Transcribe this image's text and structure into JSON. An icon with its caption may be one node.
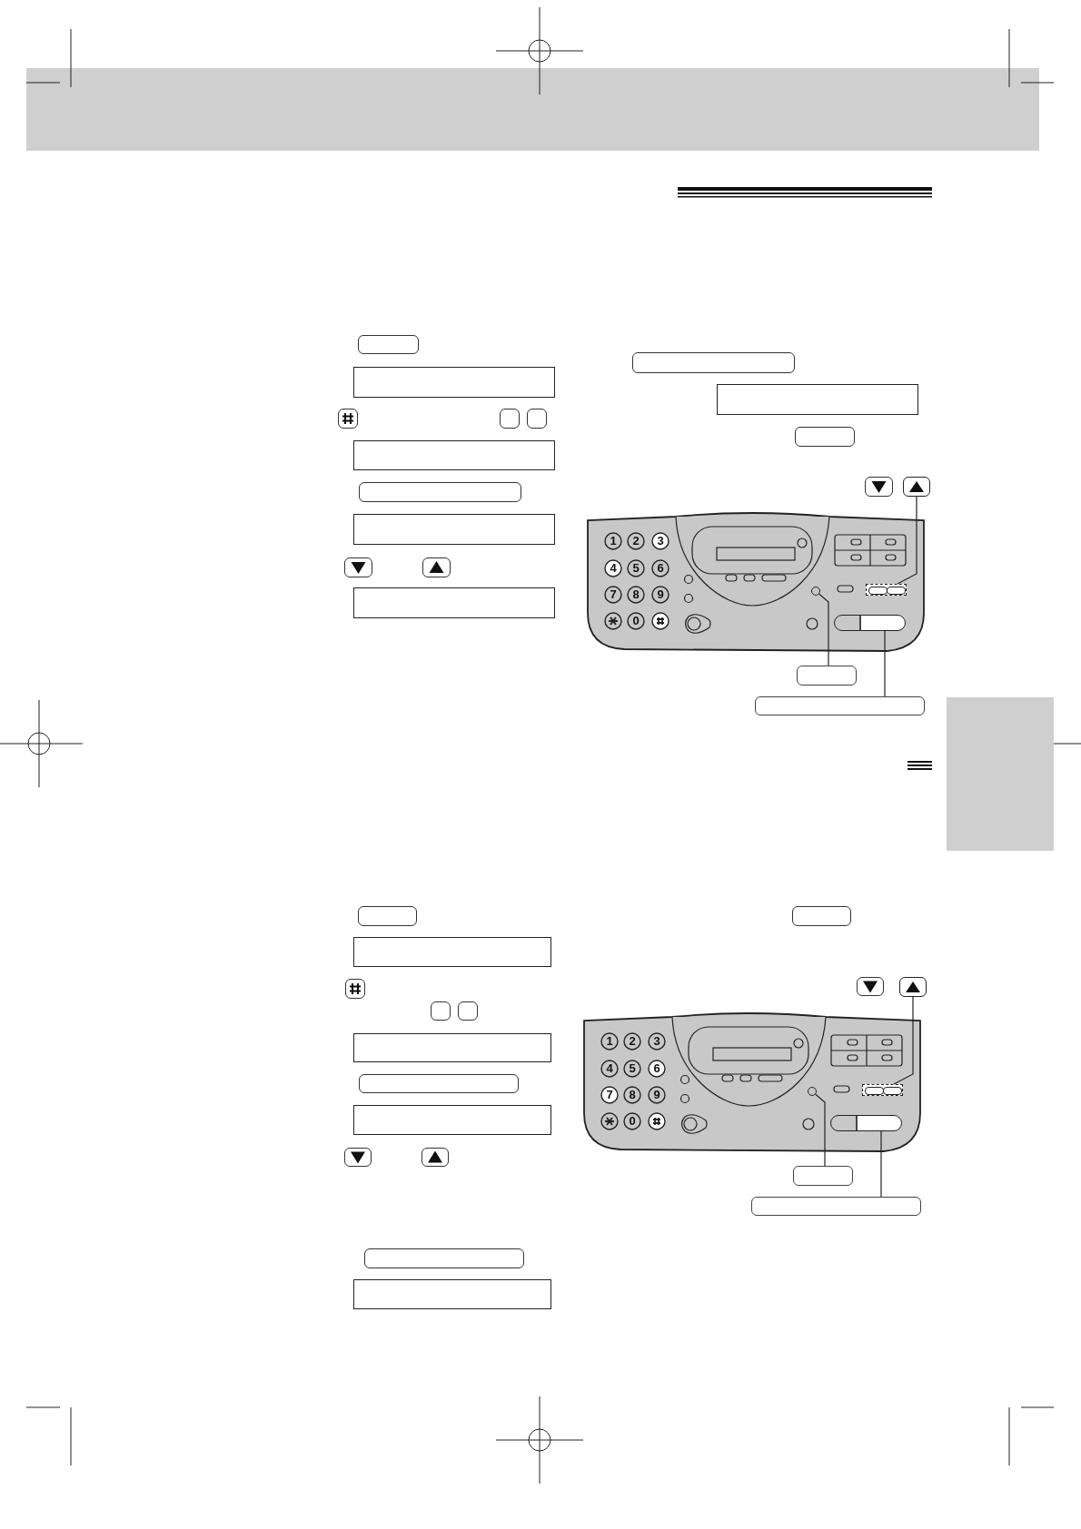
{
  "diagram": {
    "nodes": [
      {
        "text": [],
        "shape": "box"
      },
      {
        "text": [],
        "shape": "box"
      },
      {
        "text": [],
        "shape": "circle"
      },
      {
        "text": [],
        "shape": "box"
      },
      {
        "text": [],
        "shape": "box"
      },
      {
        "text": [],
        "shape": "box"
      },
      {
        "text": [],
        "shape": "box"
      },
      {
        "text": [],
        "shape": "box"
      },
      {
        "text": [],
        "shape": "circle"
      },
      {
        "text": [],
        "shape": "box"
      },
      {
        "text": [],
        "shape": "box"
      },
      {
        "text": [],
        "shape": "box"
      },
      {
        "text": [],
        "shape": "box"
      },
      {
        "text": [],
        "shape": "box"
      },
      {
        "text": [],
        "shape": "box"
      },
      {
        "text": [],
        "shape": "box"
      },
      {
        "text": [],
        "shape": "box"
      },
      {
        "text": [],
        "shape": "box"
      },
      {
        "text": [],
        "shape": "box"
      },
      {
        "text": [],
        "shape": "box"
      },
      {
        "text": [],
        "shape": "box"
      },
      {
        "text": [],
        "shape": "box"
      },
      {
        "text": [],
        "shape": "box"
      },
      {
        "text": [],
        "shape": "box"
      },
      {
        "text": [],
        "shape": "box"
      },
      {
        "text": [],
        "shape": "box"
      },
      {
        "text": [],
        "shape": "box"
      },
      {
        "text": [],
        "shape": "box"
      },
      {
        "text": [],
        "shape": "box"
      },
      {
        "text": [],
        "shape": "box"
      },
      {
        "text": [],
        "shape": "box"
      },
      {
        "text": [],
        "shape": "box"
      },
      {
        "text": [],
        "shape": "box"
      },
      {
        "text": [],
        "shape": "box"
      },
      {
        "text": [],
        "shape": "box"
      },
      {
        "text": [],
        "shape": "box"
      },
      {
        "text": [],
        "shape": "box"
      },
      {
        "text": [],
        "shape": "box"
      },
      {
        "text": [],
        "shape": "box"
      },
      {
        "text": [],
        "shape": "box"
      },
      {
        "text": [],
        "shape": "box"
      },
      {
        "text": [],
        "shape": "box"
      }
    ],
    "edges": [
      {
        "from": 0,
        "to": 1,
        "arrow": "none"
      },
      {
        "from": 4,
        "to": 2,
        "arrow": "none"
      },
      {
        "from": 5,
        "to": 3,
        "arrow": "none"
      },
      {
        "from": 6,
        "to": 7,
        "arrow": "none"
      },
      {
        "from": 10,
        "to": 8,
        "arrow": "none"
      },
      {
        "from": 11,
        "to": 9,
        "arrow": "none"
      }
    ],
    "labels": [
      "1",
      "2",
      "3",
      "4",
      "5",
      "6",
      "7",
      "8",
      "9",
      "0",
      "1",
      "2",
      "3",
      "4",
      "5",
      "6",
      "7",
      "8",
      "9",
      "0"
    ]
  }
}
